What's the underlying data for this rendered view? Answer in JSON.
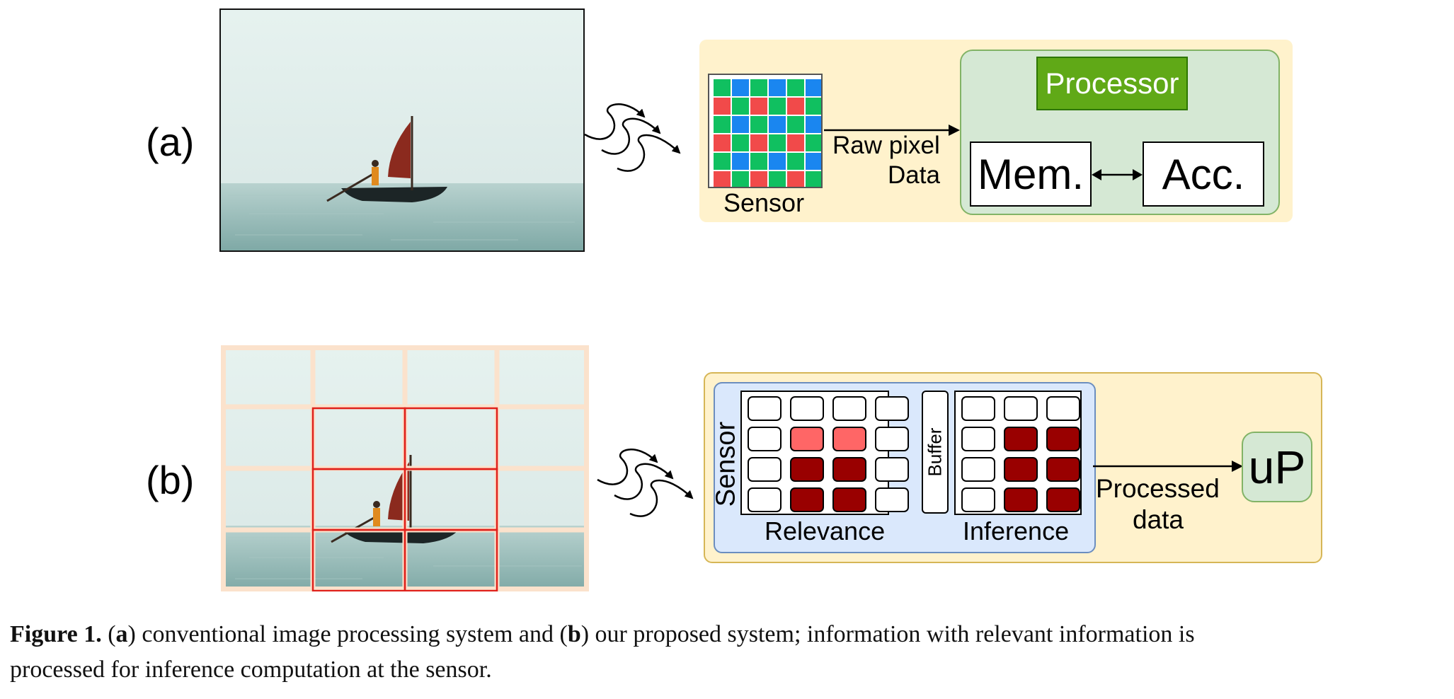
{
  "panel_a": {
    "label": "(a)",
    "sensor_label": "Sensor",
    "raw_label_1": "Raw pixel",
    "raw_label_2": "Data",
    "processor_label": "Processor",
    "mem_label": "Mem.",
    "acc_label": "Acc."
  },
  "panel_b": {
    "label": "(b)",
    "sensor_label": "Sensor",
    "buffer_label": "Buffer",
    "relevance_label": "Relevance",
    "inference_label": "Inference",
    "processed_label_1": "Processed",
    "processed_label_2": "data",
    "up_label": "uP"
  },
  "caption": {
    "fig": "Figure 1.",
    "p1": "(",
    "a": "a",
    "p2": ") conventional image processing system and (",
    "b": "b",
    "p3": ") our proposed system; information with relevant information is",
    "line2": "processed for inference computation at the sensor."
  },
  "colors": {
    "bayer_red": "#f14a4a",
    "bayer_green": "#10c060",
    "bayer_blue": "#1a86f0",
    "relevance_dark": "#990000",
    "relevance_light": "#ff6666"
  }
}
